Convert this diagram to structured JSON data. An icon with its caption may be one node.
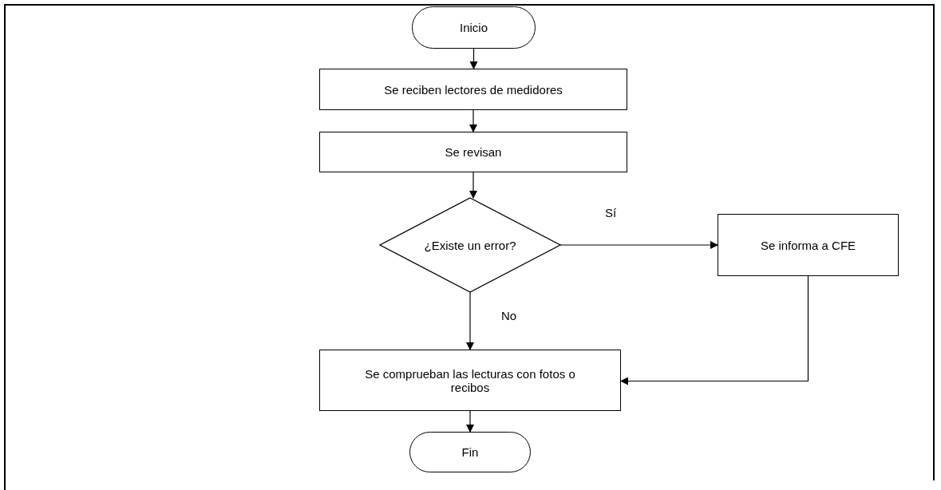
{
  "diagram": {
    "nodes": [
      {
        "text": [
          "Inicio"
        ]
      },
      {
        "text": [
          "Se reciben lectores de medidores"
        ]
      },
      {
        "text": [
          "Se revisan"
        ]
      },
      {
        "text": [
          "¿Existe un error?"
        ]
      },
      {
        "text": [
          "Se informa a CFE"
        ]
      },
      {
        "text": [
          "Se comprueban las lecturas con fotos o recibos"
        ]
      },
      {
        "text": [
          "Fin"
        ]
      }
    ],
    "edges": [
      {
        "from": 0,
        "to": 1,
        "arrow": "to"
      },
      {
        "from": 1,
        "to": 2,
        "arrow": "to"
      },
      {
        "from": 2,
        "to": 3,
        "arrow": "to"
      },
      {
        "from": 3,
        "to": 4,
        "arrow": "to",
        "label": "Sí"
      },
      {
        "from": 3,
        "to": 5,
        "arrow": "to",
        "label": "No"
      },
      {
        "from": 4,
        "to": 5,
        "arrow": "to"
      },
      {
        "from": 5,
        "to": 6,
        "arrow": "to"
      }
    ]
  }
}
